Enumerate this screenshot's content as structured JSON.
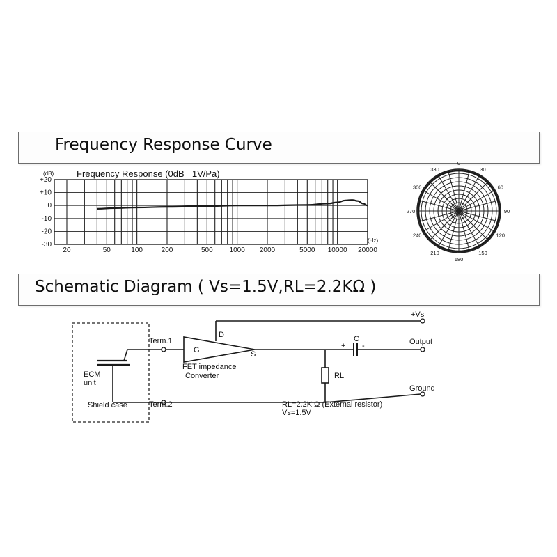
{
  "titles": {
    "frequency": "Frequency  Response Curve",
    "schematic": "Schematic  Diagram ( Vs=1.5V,RL=2.2KΩ )"
  },
  "chart_data": [
    {
      "type": "line",
      "title": "Frequency Response   (0dB= 1V/Pa)",
      "ylabel": "(dB)",
      "xlabel": "(Hz)",
      "x_scale": "log",
      "xlim": [
        15,
        20000
      ],
      "ylim": [
        -30,
        20
      ],
      "x_ticks": [
        20,
        50,
        100,
        200,
        500,
        1000,
        2000,
        5000,
        10000,
        20000
      ],
      "x_tick_labels": [
        "20",
        "50",
        "100",
        "200",
        "500",
        "1000",
        "2000",
        "5000",
        "10000",
        "20000"
      ],
      "y_ticks": [
        20,
        10,
        0,
        -10,
        -20,
        -30
      ],
      "y_tick_labels": [
        "+20",
        "+10",
        "0",
        "-10",
        "-20",
        "-30"
      ],
      "grid": true,
      "series": [
        {
          "x": [
            40,
            60,
            100,
            200,
            500,
            1000,
            2000,
            5000,
            8000,
            10000,
            12000,
            14000,
            16000,
            18000,
            20000
          ],
          "y": [
            -2.5,
            -2,
            -1.5,
            -1,
            -0.5,
            0,
            0,
            0.5,
            1.5,
            2.5,
            4,
            4.3,
            3.5,
            1.5,
            0
          ]
        }
      ]
    },
    {
      "type": "polar",
      "angle_labels": [
        "0",
        "30",
        "60",
        "90",
        "120",
        "150",
        "180",
        "210",
        "240",
        "270",
        "300",
        "330"
      ],
      "pattern": "omnidirectional",
      "rings": 10
    }
  ],
  "schematic": {
    "ecm_label": "ECM\nunit",
    "shield_label": "Shield case",
    "term1": "Term.1",
    "term2": "Term.2",
    "gate": "G",
    "drain": "D",
    "source": "S",
    "fet_label": "FET impedance\nConverter",
    "vs_label": "+Vs",
    "cap_label": "C",
    "cap_plus": "+",
    "cap_minus": "-",
    "output_label": "Output",
    "resistor_label": "RL",
    "ground_label": "Ground",
    "note_line1": "RL=2.2K Ω (External resistor)",
    "note_line2": "Vs=1.5V"
  }
}
